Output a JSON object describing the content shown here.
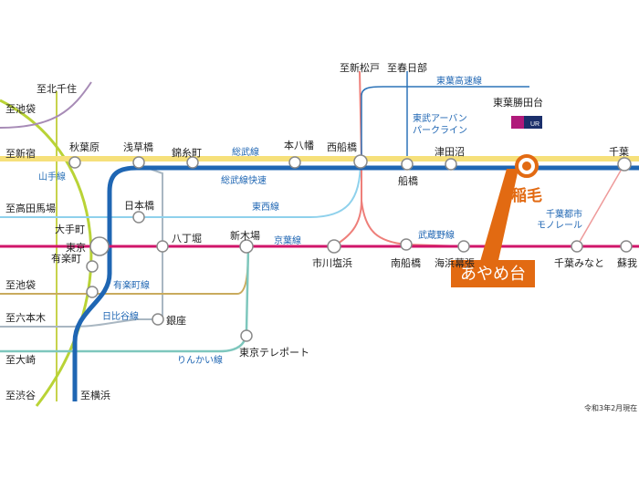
{
  "colors": {
    "sobu": "#f6e07a",
    "sobu_rapid": "#1f66b3",
    "yamanote": "#b9d336",
    "keiyo": "#d0156a",
    "tozai": "#8fd1ec",
    "musashino": "#ee7f7a",
    "yurakucho": "#c9ab5e",
    "hibiya": "#a9b7c2",
    "rinkai": "#7ec7bd",
    "hanzomon": "#a78bb6",
    "keisei": "#2c73b8",
    "monorail": "#ee9a9a",
    "shinjuku": "#c7d34c",
    "highlight": "#e26a12"
  },
  "stations": {
    "akihabara": "秋葉原",
    "asakusabashi": "浅草橋",
    "kinshicho": "錦糸町",
    "motoyawata": "本八幡",
    "nishifunabashi": "西船橋",
    "tsudanuma": "津田沼",
    "chiba": "千葉",
    "funabashi": "船橋",
    "tokyo": "東京",
    "nihombashi": "日本橋",
    "hatchobori": "八丁堀",
    "shinkiba": "新木場",
    "ichikawashiohama": "市川塩浜",
    "minamifunabashi": "南船橋",
    "kaihinmakuhari": "海浜幕張",
    "chibaminato": "千葉みなと",
    "soga": "蘇我",
    "otemachi": "大手町",
    "yurakucho": "有楽町",
    "ginza": "銀座",
    "tokyoteleport": "東京テレポート",
    "tobukatsutadai": "東葉勝田台",
    "inage": "稲毛"
  },
  "directions": {
    "kitasenju": "至北千住",
    "ikebukuro1": "至池袋",
    "shinjuku": "至新宿",
    "takadanobaba": "至高田馬場",
    "ikebukuro2": "至池袋",
    "roppongi": "至六本木",
    "osaki": "至大崎",
    "shibuya": "至渋谷",
    "yokohama": "至横浜",
    "shinmatsudo": "至新松戸",
    "kasukabe": "至春日部"
  },
  "lines": {
    "sobu": "総武線",
    "sobu_rapid": "総武線快速",
    "yamanote": "山手線",
    "tozai": "東西線",
    "keiyo": "京葉線",
    "musashino": "武蔵野線",
    "yurakucho": "有楽町線",
    "hibiya": "日比谷線",
    "rinkai": "りんかい線",
    "toyo": "東葉高速線",
    "urbanpark": "東武アーバン\nパークライン",
    "monorail": "千葉都市\nモノレール"
  },
  "callout": "あやめ台",
  "logo_text": "UR",
  "note": "令和3年2月現在"
}
